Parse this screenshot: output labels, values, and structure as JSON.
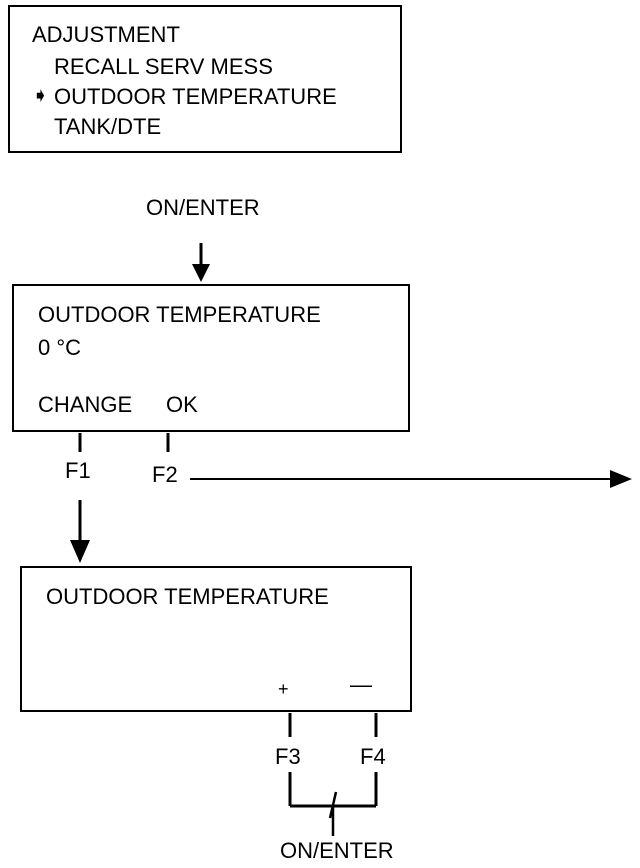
{
  "screen1": {
    "title": "ADJUSTMENT",
    "items": [
      "RECALL SERV MESS",
      "OUTDOOR TEMPERATURE",
      "TANK/DTE"
    ],
    "selected_index": 1
  },
  "step1_key": "ON/ENTER",
  "screen2": {
    "title": "OUTDOOR TEMPERATURE",
    "value": "0 °C",
    "softkeys": [
      "CHANGE",
      "OK"
    ]
  },
  "function_keys": {
    "f1": "F1",
    "f2": "F2",
    "f3": "F3",
    "f4": "F4"
  },
  "screen3": {
    "title": "OUTDOOR TEMPERATURE",
    "softkeys": [
      "+",
      "—"
    ]
  },
  "step3_key": "ON/ENTER"
}
